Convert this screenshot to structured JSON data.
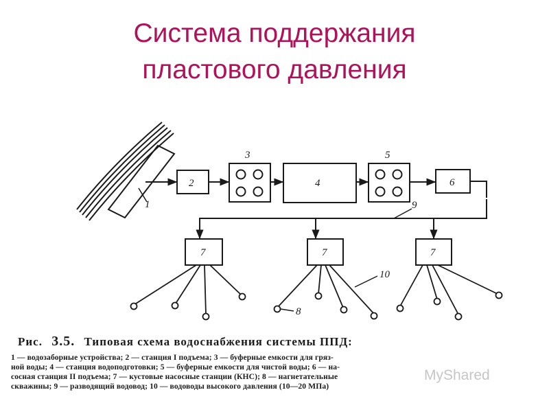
{
  "slide": {
    "title_line1": "Система поддержания",
    "title_line2": "пластового давления"
  },
  "diagram": {
    "labels": {
      "intake": "1",
      "pump_station_1": "2",
      "buffer_dirty": "3",
      "treatment": "4",
      "buffer_clean": "5",
      "pump_station_2": "6",
      "main_line": "9",
      "cluster_a": "7",
      "cluster_b": "7",
      "cluster_c": "7",
      "well": "8",
      "hp_lines": "10"
    }
  },
  "caption": {
    "fig_prefix": "Рис.",
    "fig_number": "3.5.",
    "fig_title": "Типовая схема водоснабжения системы ППД:",
    "legend": [
      "1 — водозаборные устройства; 2 — станция I подъема; 3 — буферные емкости для гряз-",
      "ной воды; 4 — станция водоподготовки; 5 — буферные емкости для чистой воды; 6 — на-",
      "сосная станция II подъема; 7 — кустовые насосные станции (КНС); 8 — нагнетательные",
      "скважины; 9 — разводящий водовод; 10 — водоводы высокого давления (10—20 МПа)"
    ]
  },
  "watermark": "MyShared"
}
